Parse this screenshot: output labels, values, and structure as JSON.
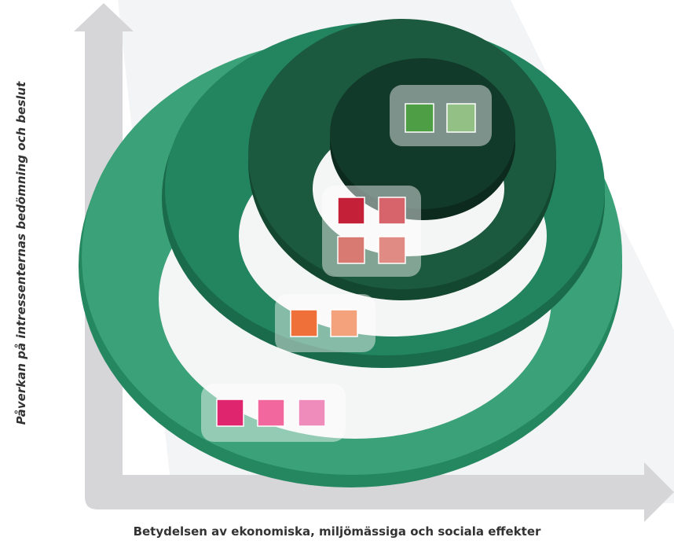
{
  "axes": {
    "y_label": "Påverkan på intressenternas bedömning och beslut",
    "x_label": "Betydelsen av ekonomiska, miljömässiga och sociala effekter"
  },
  "colors": {
    "axis": "#d6d6d8",
    "background_wedge": "#f3f4f5",
    "ring_outer": "#3ba178",
    "ring_outer_side": "#24875f",
    "ring_middle": "#238560",
    "ring_middle_side": "#1a6b4c",
    "ring_inner": "#1b5a3f",
    "ring_inner_side": "#144730",
    "core": "#123a2a",
    "core_side": "#0d2a1f"
  },
  "groups": [
    {
      "name": "core-group",
      "colors": [
        "#4e9e45",
        "#93c185"
      ]
    },
    {
      "name": "inner-group",
      "colors": [
        "#c42139",
        "#d6646a",
        "#d97a72",
        "#e08c84"
      ]
    },
    {
      "name": "middle-group",
      "colors": [
        "#f0703a",
        "#f4a27c"
      ]
    },
    {
      "name": "outer-group",
      "colors": [
        "#e0256f",
        "#f3679f",
        "#ef8cbb"
      ]
    }
  ]
}
